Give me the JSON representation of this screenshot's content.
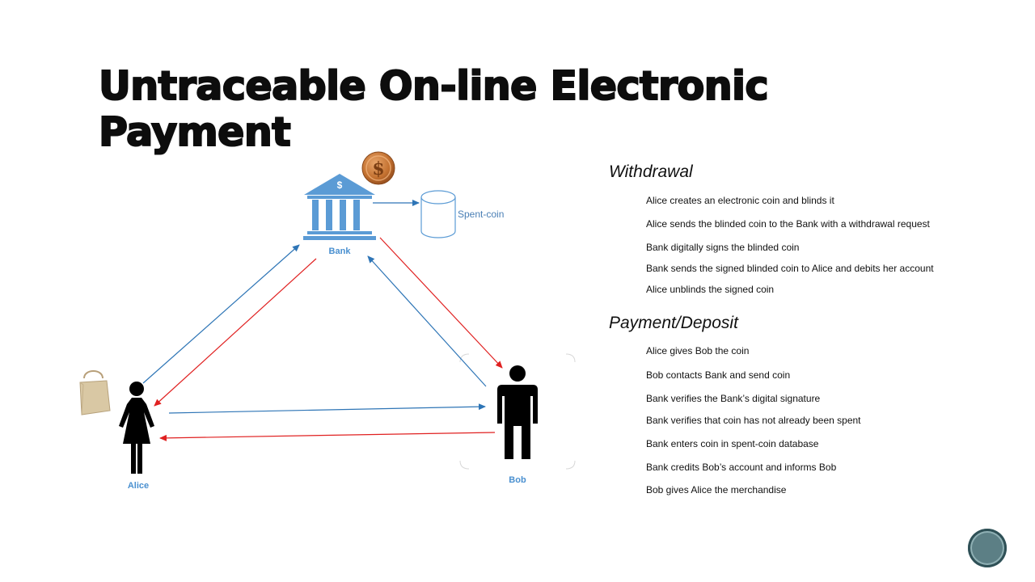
{
  "slide": {
    "title": "Untraceable On-line Electronic Payment"
  },
  "diagram": {
    "bank_label": "Bank",
    "bank_symbol": "$",
    "spent_coin_label": "Spent-coin",
    "alice_label": "Alice",
    "bob_label": "Bob",
    "coin_symbol": "$",
    "colors": {
      "bank_blue": "#5b9bd5",
      "arrow_blue": "#2e75b6",
      "arrow_red": "#e02020",
      "coin": "#c8783a"
    },
    "icons": [
      "bank-icon",
      "coin-icon",
      "database-icon",
      "shopping-bag-icon",
      "woman-icon",
      "man-icon"
    ]
  },
  "withdrawal": {
    "heading": "Withdrawal",
    "steps": [
      "Alice creates an electronic coin and blinds it",
      "Alice sends the blinded coin to the Bank with a withdrawal request",
      "Bank digitally signs the blinded coin",
      "Bank sends the signed blinded coin to Alice and debits her account",
      "Alice unblinds the signed coin"
    ]
  },
  "payment": {
    "heading": "Payment/Deposit",
    "steps": [
      "Alice gives Bob the coin",
      "Bob contacts Bank and send coin",
      "Bank verifies the Bank’s digital signature",
      "Bank verifies that coin has not already been spent",
      "Bank enters coin in spent-coin database",
      "Bank credits Bob’s account and informs Bob",
      "Bob gives Alice the merchandise"
    ]
  }
}
